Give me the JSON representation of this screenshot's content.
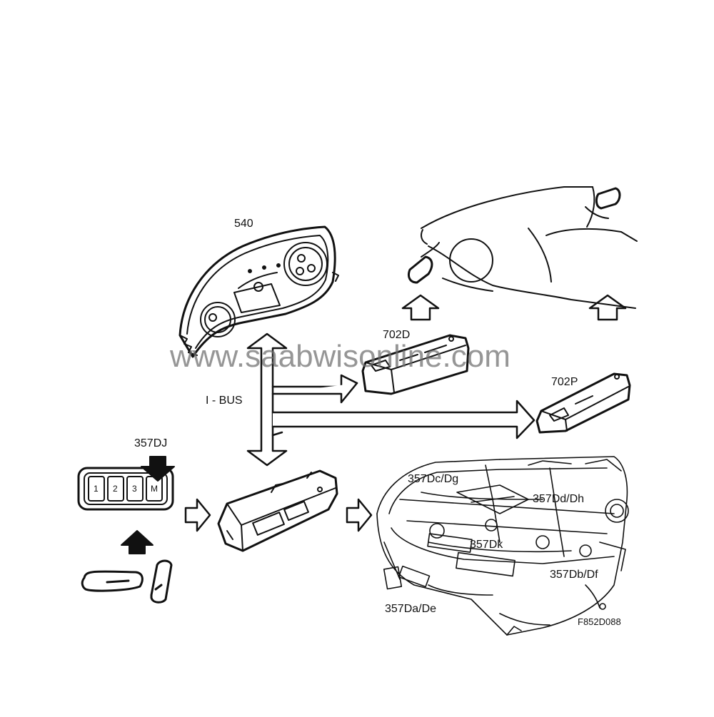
{
  "diagram": {
    "labels": {
      "instrument_cluster": "540",
      "driver_door_module": "702D",
      "passenger_door_module": "702P",
      "memory_keypad": "357DJ",
      "bus": "I - BUS",
      "seat_motor_backrest": "357Dc/Dg",
      "seat_motor_height_rear": "357Dd/Dh",
      "seat_motor_k": "357Dk",
      "seat_motor_height_front": "357Db/Df",
      "seat_motor_length": "357Da/De",
      "figure_id": "F852D088"
    },
    "keypad_buttons": [
      "1",
      "2",
      "3",
      "M"
    ],
    "watermark": "www.saabwisonline.com"
  }
}
